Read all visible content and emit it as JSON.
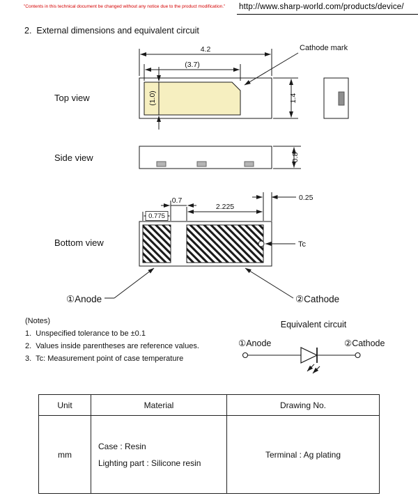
{
  "header": {
    "notice": "\"Contents in this technical document be changed without any notice due to the product modification.\"",
    "url": "http://www.sharp-world.com/products/device/"
  },
  "section_title": "2.  External dimensions and equivalent circuit",
  "views": {
    "top": "Top view",
    "side": "Side view",
    "bottom": "Bottom view"
  },
  "dims": {
    "top_width": "4.2",
    "top_width_ref": "(3.7)",
    "lens_height": "(1.0)",
    "top_height": "1.4",
    "side_height": "0.8",
    "pad_gap": "0.7",
    "cathode_pad_width": "2.225",
    "anode_pad_width": "0.775",
    "edge_margin": "0.25"
  },
  "ann": {
    "cathode_mark": "Cathode mark",
    "tc": "Tc",
    "anode": "①Anode",
    "cathode": "②Cathode"
  },
  "circuit": {
    "title": "Equivalent circuit",
    "anode": "①Anode",
    "cathode": "②Cathode"
  },
  "notes": {
    "title": "(Notes)",
    "items": [
      "1.  Unspecified tolerance to be ±0.1",
      "2.  Values inside parentheses are reference values.",
      "3.  Tc: Measurement point of case temperature"
    ]
  },
  "table": {
    "headers": [
      "Unit",
      "Material",
      "Drawing No."
    ],
    "unit_value": "mm",
    "material_lines": [
      "Case : Resin",
      "Lighting part : Silicone resin"
    ],
    "drawing_value": "Terminal : Ag plating"
  },
  "colors": {
    "notice_red": "#d40000",
    "lens_fill": "#f6efc0",
    "line": "#1a1a1a"
  }
}
